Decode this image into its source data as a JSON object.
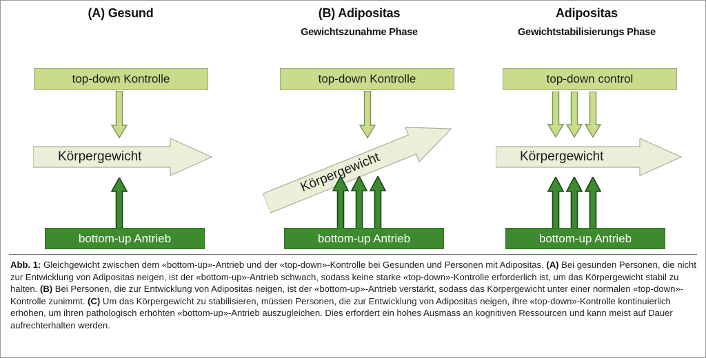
{
  "figure": {
    "panels": [
      {
        "tag": "(A)",
        "title": "Gesund",
        "subtitle": "",
        "top_box_label": "top-down Kontrolle",
        "weight_label": "Körpergewicht",
        "bottom_box_label": "bottom-up Antrieb",
        "down_arrow_count": 1,
        "up_arrow_count": 1,
        "weight_arrow_rotation_deg": 0
      },
      {
        "tag": "(B)",
        "title": "Adipositas",
        "subtitle": "Gewichtszunahme Phase",
        "top_box_label": "top-down Kontrolle",
        "weight_label": "Körpergewicht",
        "bottom_box_label": "bottom-up Antrieb",
        "down_arrow_count": 1,
        "up_arrow_count": 3,
        "weight_arrow_rotation_deg": -22
      },
      {
        "tag": "",
        "title": "Adipositas",
        "subtitle": "Gewichtstabilisierungs Phase",
        "top_box_label": "top-down control",
        "weight_label": "Körpergewicht",
        "bottom_box_label": "bottom-up Antrieb",
        "down_arrow_count": 3,
        "up_arrow_count": 3,
        "weight_arrow_rotation_deg": 0
      }
    ]
  },
  "caption": {
    "label": "Abb. 1:",
    "line_1": " Gleichgewicht zwischen dem «bottom-up»-Antrieb und der «top-down»-Kontrolle bei Gesunden und Personen mit Adipositas. ",
    "tag_a": "(A)",
    "text_a": " Bei gesunden Personen, die nicht zur Entwicklung von Adipositas neigen, ist der «bottom-up»-Antrieb schwach, sodass keine starke «top-down»-Kontrolle erforderlich ist, um das Körpergewicht stabil zu halten. ",
    "tag_b": "(B)",
    "text_b": " Bei Personen, die zur Entwicklung von Adipositas neigen, ist der «bottom-up»-Antrieb verstärkt, sodass das Körpergewicht unter einer normalen «top-down»-Kontrolle zunimmt. ",
    "tag_c": "(C)",
    "text_c": " Um das Körpergewicht zu stabilisieren, müssen Personen, die zur Entwicklung von Adipositas neigen, ihre «top-down»-Kontrolle kontinuierlich erhöhen, um ihren pathologisch erhöhten «bottom-up»-Antrieb auszugleichen. Dies erfordert ein hohes Ausmass an kognitiven Ressourcen und kann meist auf Dauer aufrechterhalten werden."
  },
  "colors": {
    "top_down_fill": "#c9dc8c",
    "top_down_stroke": "#9aa97f",
    "bottom_up_fill": "#3d8b2e",
    "bottom_up_stroke": "#2f6d23",
    "weight_arrow_fill": "#eaf0d8",
    "weight_arrow_stroke": "#a9ae96",
    "page_background": "#ffffff",
    "outer_background": "#b0b0b0",
    "text_color": "#1a1a1a"
  }
}
